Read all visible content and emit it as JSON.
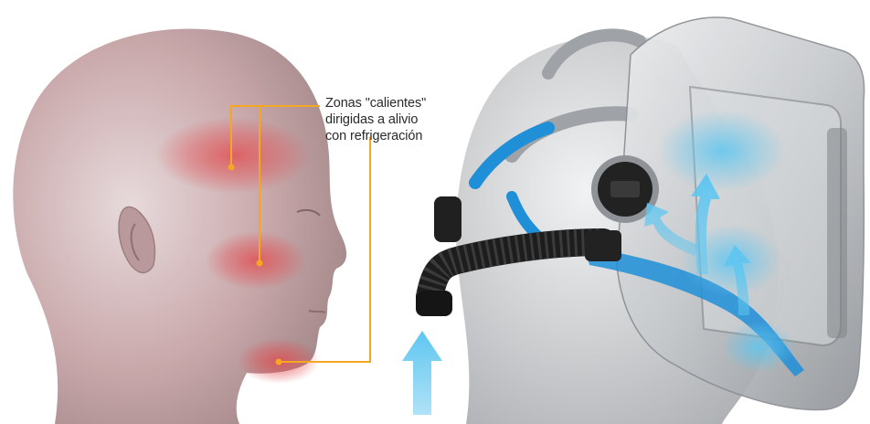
{
  "callout": {
    "lines": [
      "Zonas \"calientes\"",
      "dirigidas a alivio",
      "con refrigeración"
    ]
  },
  "colors": {
    "leader_line": "#f5a623",
    "hot_zone": "#e2474b",
    "airflow": "#5fc6f0",
    "channel_blue": "#1f8fd8",
    "head_gray": "#cfd1d3"
  },
  "icons": [
    "head-profile",
    "welding-helmet",
    "airflow-arrow",
    "breathing-hose"
  ]
}
